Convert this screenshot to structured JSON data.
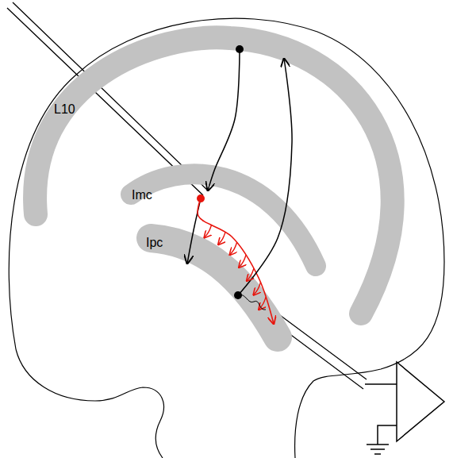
{
  "diagram": {
    "nodes": [
      {
        "text": [
          "L10"
        ]
      },
      {
        "text": [
          "Imc"
        ]
      },
      {
        "text": [
          "Ipc"
        ]
      }
    ],
    "edges": [
      {
        "from": 0,
        "to": 1,
        "arrow": "to"
      },
      {
        "from": 1,
        "to": 2,
        "arrow": "to"
      },
      {
        "from": 1,
        "to": 2,
        "arrow": "to"
      },
      {
        "from": 2,
        "to": 0,
        "arrow": "to"
      }
    ]
  }
}
